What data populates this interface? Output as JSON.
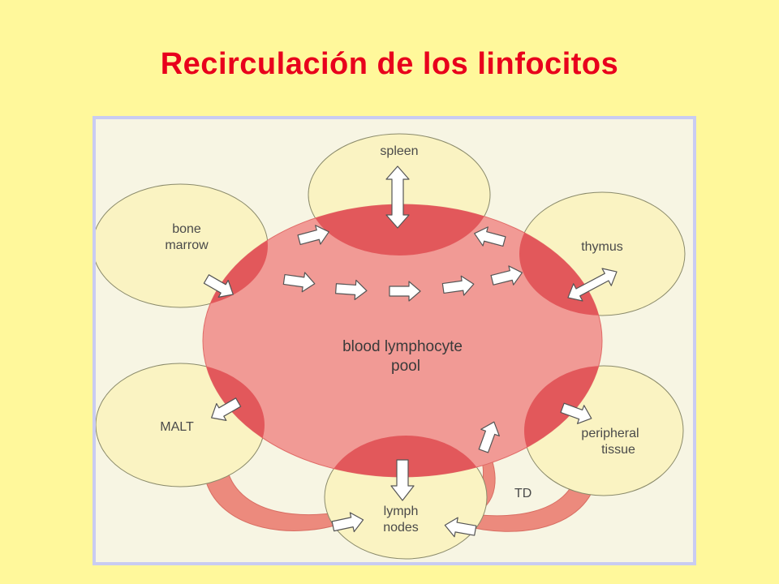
{
  "title": "Recirculación de los linfocitos",
  "colors": {
    "background": "#FFF89B",
    "title": "#E8001C",
    "pool_fill": "#F19A95",
    "pool_edge": "#E06A66",
    "organ_fill": "#FAF3C2",
    "overlap_fill": "#E2585B",
    "duct_fill": "#EC8A7D",
    "arrow_fill": "#FFFFFF"
  },
  "pool": {
    "label_line1": "blood lymphocyte",
    "label_line2": "pool"
  },
  "organs": {
    "spleen": {
      "label": "spleen"
    },
    "bone_marrow": {
      "label_line1": "bone",
      "label_line2": "marrow"
    },
    "thymus": {
      "label": "thymus"
    },
    "malt": {
      "label": "MALT"
    },
    "peripheral_tissue": {
      "label_line1": "peripheral",
      "label_line2": "tissue"
    },
    "lymph_nodes": {
      "label_line1": "lymph",
      "label_line2": "nodes"
    }
  },
  "thoracic_duct": {
    "label": "TD"
  }
}
